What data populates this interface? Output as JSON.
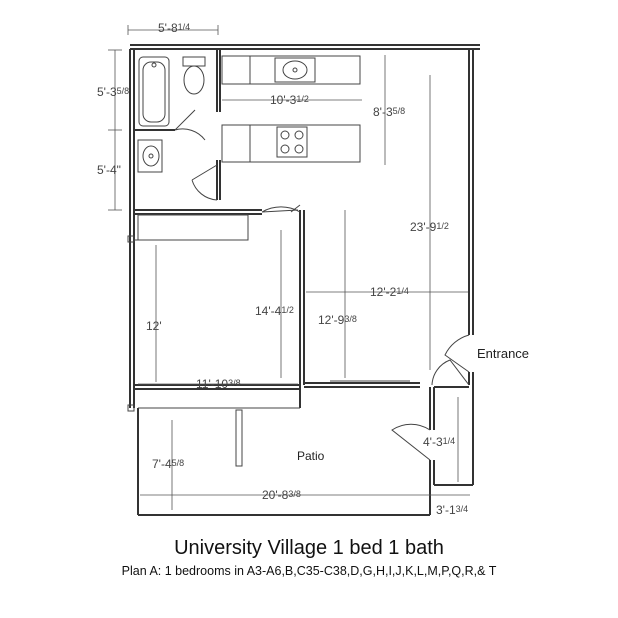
{
  "plan": {
    "title": "University Village 1 bed 1 bath",
    "subtitle": "Plan A: 1 bedrooms in A3-A6,B,C35-C38,D,G,H,I,J,K,L,M,P,Q,R,& T"
  },
  "labels": {
    "entrance": "Entrance",
    "patio": "Patio"
  },
  "dimensions": {
    "top_width": "5'-8",
    "top_width_frac": "1/4",
    "bath_height": "5'-3",
    "bath_height_frac": "5/8",
    "closet_height": "5'-4\"",
    "kitchen_width": "10'-3",
    "kitchen_width_frac": "1/2",
    "kitchen_height": "8'-3",
    "kitchen_height_frac": "5/8",
    "living_height": "23'-9",
    "living_height_frac": "1/2",
    "living_width": "12'-2",
    "living_width_frac": "1/4",
    "bedroom_height": "14'-4",
    "bedroom_height_frac": "1/2",
    "living_height2": "12'-9",
    "living_height2_frac": "3/8",
    "bedroom_wall": "12'",
    "bedroom_width": "11'-10",
    "bedroom_width_frac": "3/8",
    "storage_height": "4'-3",
    "storage_height_frac": "1/4",
    "patio_height": "7'-4",
    "patio_height_frac": "5/8",
    "patio_width": "20'-8",
    "patio_width_frac": "3/8",
    "storage_width": "3'-1",
    "storage_width_frac": "3/4"
  }
}
